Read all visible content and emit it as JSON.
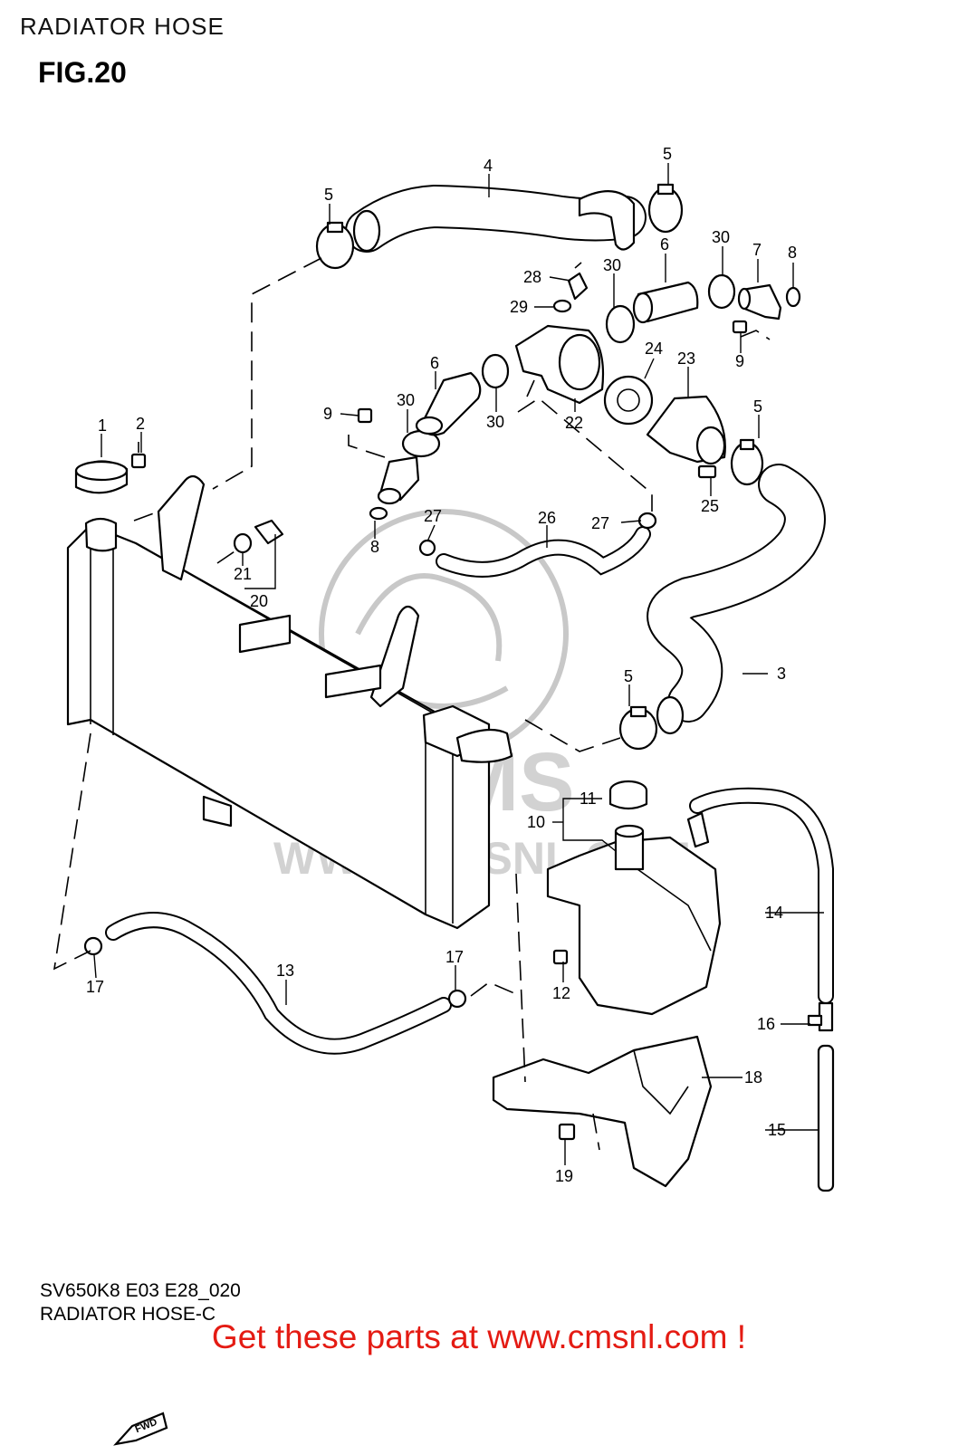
{
  "header": {
    "section_title": "RADIATOR HOSE",
    "figure_label": "FIG.20"
  },
  "footer": {
    "model_code": "SV650K8 E03 E28_020",
    "caption": "RADIATOR HOSE-C"
  },
  "promo": {
    "text": "Get these parts at www.cmsnl.com !"
  },
  "watermark": {
    "brand": "CMS",
    "url": "WWW.CMSNL.COM"
  },
  "direction_badge": "FWD",
  "callouts": [
    "1",
    "2",
    "3",
    "4",
    "5",
    "5",
    "5",
    "5",
    "6",
    "6",
    "7",
    "8",
    "8",
    "9",
    "9",
    "10",
    "11",
    "12",
    "13",
    "14",
    "15",
    "16",
    "17",
    "17",
    "18",
    "19",
    "20",
    "21",
    "22",
    "23",
    "24",
    "25",
    "26",
    "27",
    "27",
    "28",
    "29",
    "30",
    "30",
    "30",
    "30"
  ],
  "colors": {
    "promo": "#e41b13",
    "line_art": "#000000",
    "watermark": "#c8c8c8"
  }
}
